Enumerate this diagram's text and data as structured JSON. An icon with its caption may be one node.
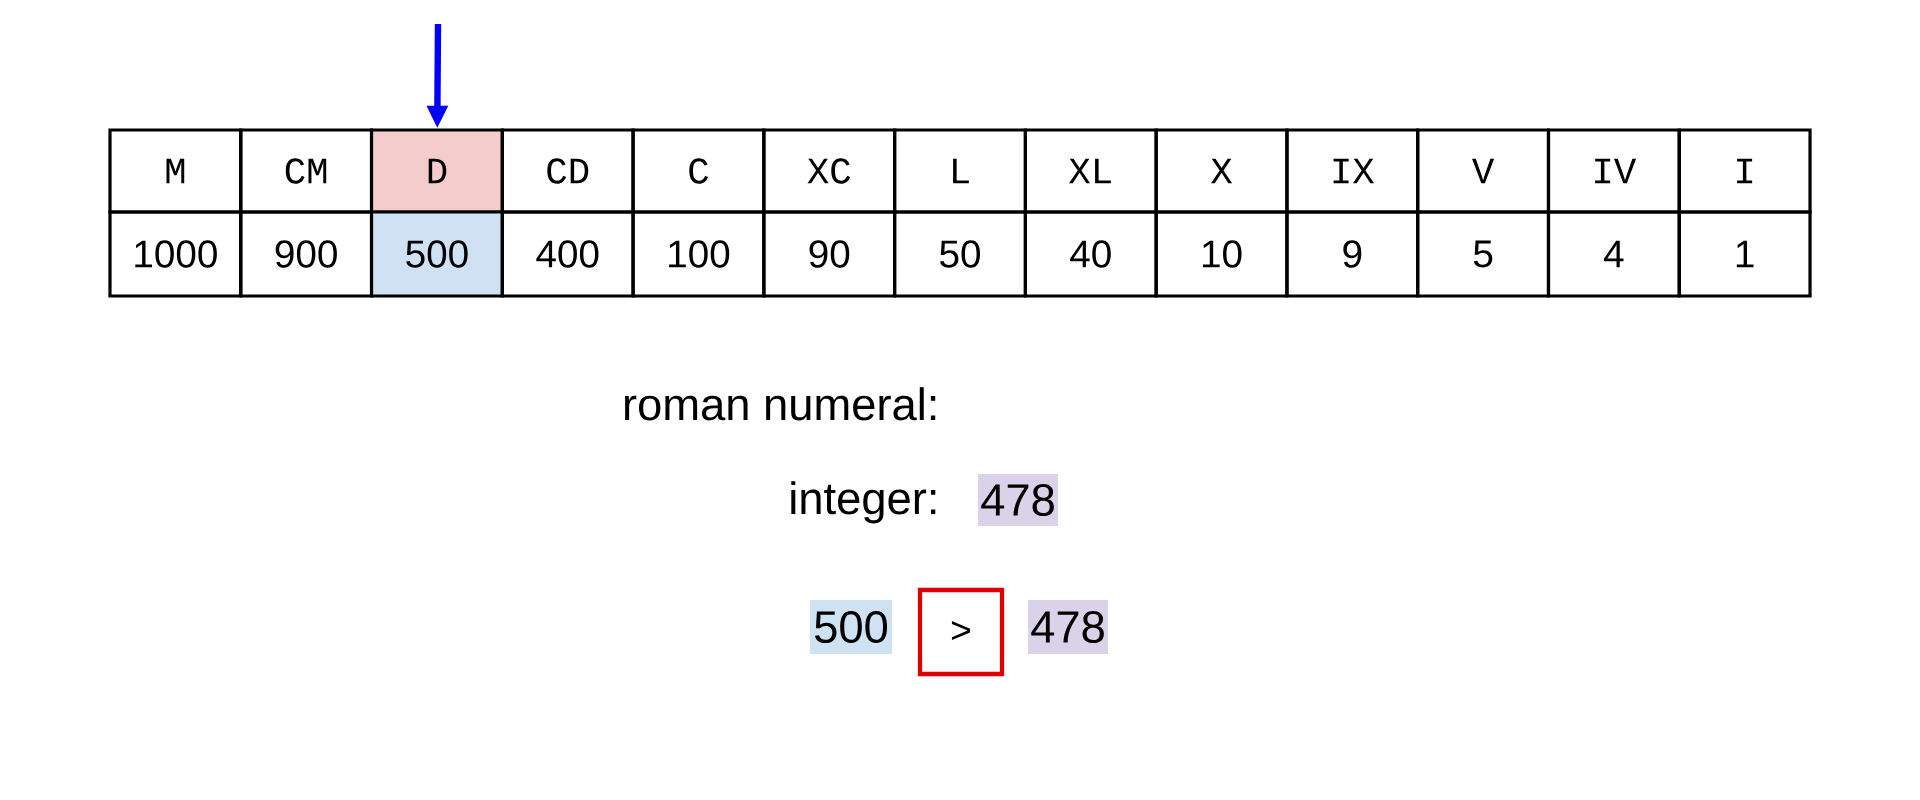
{
  "diagram": {
    "nodes": [
      {
        "text": [
          "M"
        ]
      },
      {
        "text": [
          "CM"
        ]
      },
      {
        "text": [
          "D"
        ]
      },
      {
        "text": [
          "CD"
        ]
      },
      {
        "text": [
          "C"
        ]
      },
      {
        "text": [
          "XC"
        ]
      },
      {
        "text": [
          "L"
        ]
      },
      {
        "text": [
          "XL"
        ]
      },
      {
        "text": [
          "X"
        ]
      },
      {
        "text": [
          "IX"
        ]
      },
      {
        "text": [
          "V"
        ]
      },
      {
        "text": [
          "IV"
        ]
      },
      {
        "text": [
          "I"
        ]
      },
      {
        "text": [
          "1000"
        ]
      },
      {
        "text": [
          "900"
        ]
      },
      {
        "text": [
          "500"
        ]
      },
      {
        "text": [
          "400"
        ]
      },
      {
        "text": [
          "100"
        ]
      },
      {
        "text": [
          "90"
        ]
      },
      {
        "text": [
          "50"
        ]
      },
      {
        "text": [
          "40"
        ]
      },
      {
        "text": [
          "10"
        ]
      },
      {
        "text": [
          "9"
        ]
      },
      {
        "text": [
          "5"
        ]
      },
      {
        "text": [
          "4"
        ]
      },
      {
        "text": [
          "1"
        ]
      },
      {
        "text": [
          "478"
        ]
      },
      {
        "text": [
          "500"
        ]
      },
      {
        "text": [
          ">"
        ]
      },
      {
        "text": [
          "478"
        ]
      }
    ],
    "edges": [
      {
        "from": null,
        "to": 2,
        "arrow": "to",
        "color": "#0000ff"
      }
    ],
    "labels": [
      "roman numeral:",
      "integer:"
    ]
  }
}
